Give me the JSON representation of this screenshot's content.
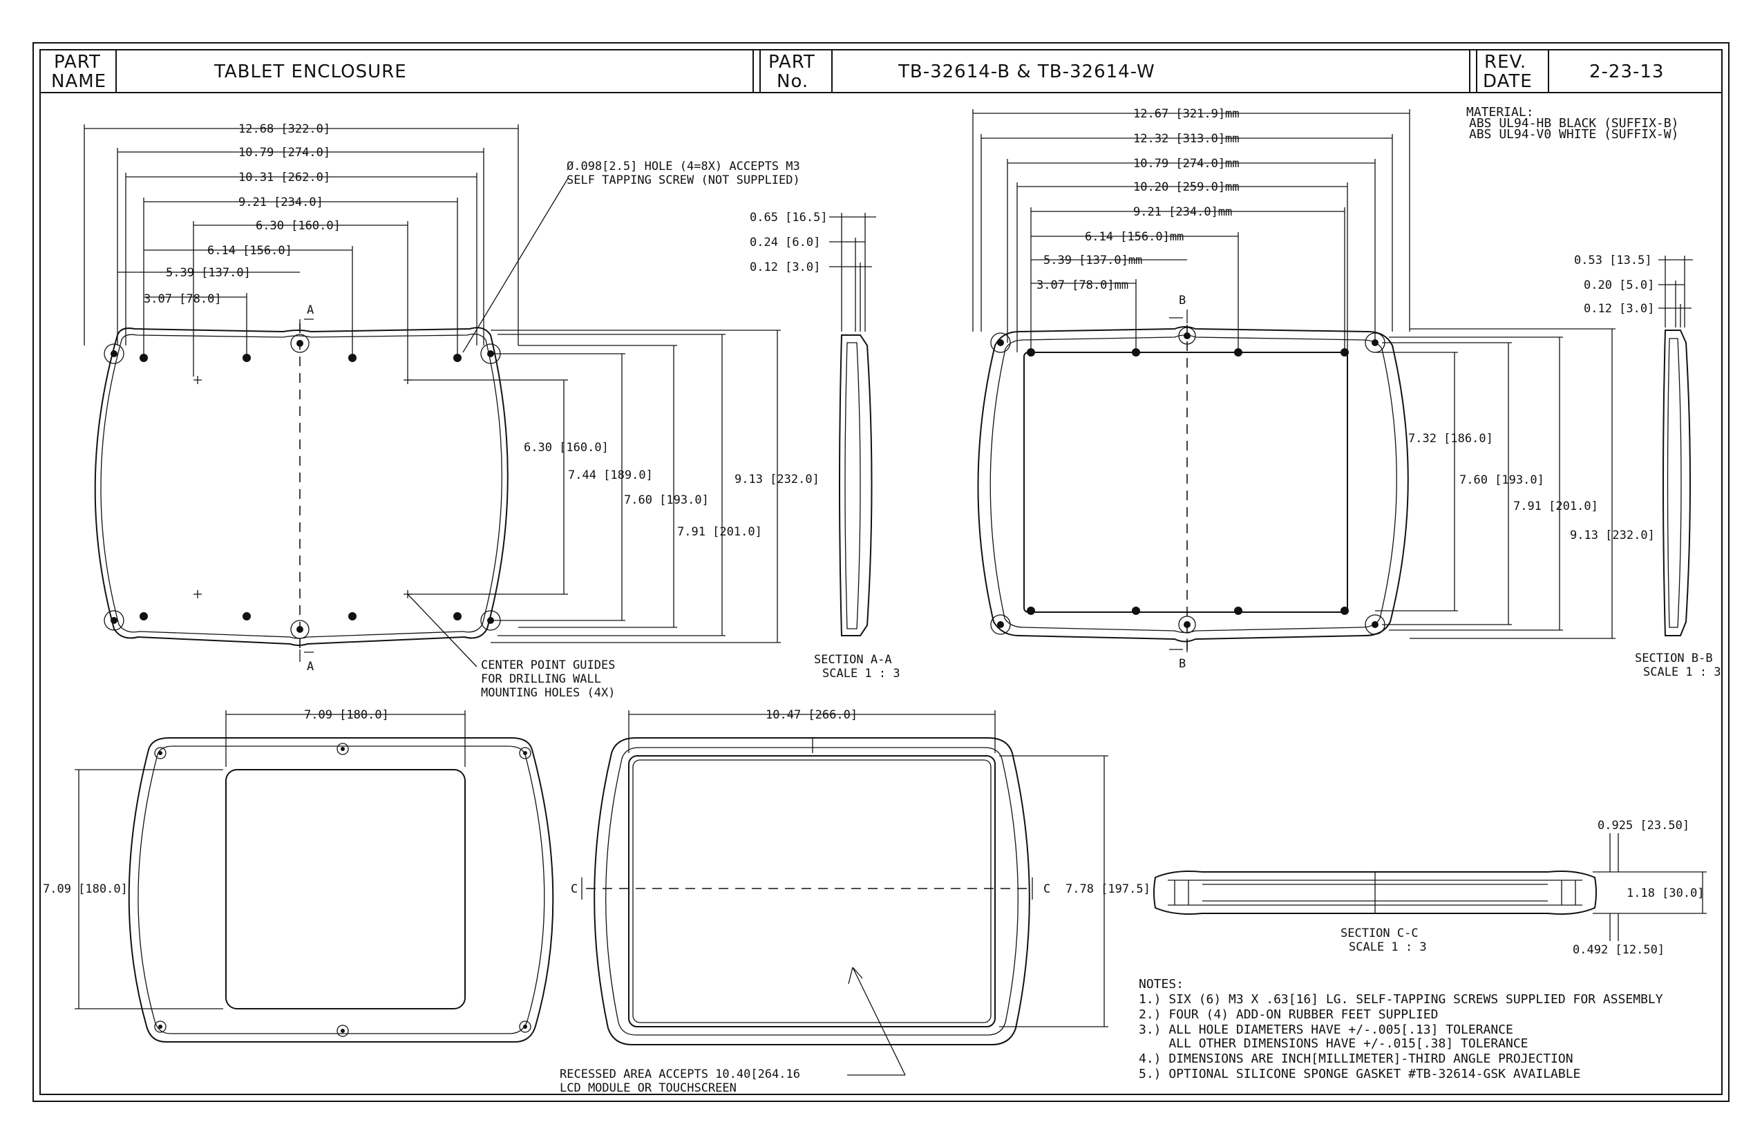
{
  "title_block": {
    "part_name_label_1": "PART",
    "part_name_label_2": "NAME",
    "part_name": "TABLET ENCLOSURE",
    "part_no_label_1": "PART",
    "part_no_label_2": "No.",
    "part_no": "TB-32614-B & TB-32614-W",
    "rev_label_1": "REV.",
    "rev_label_2": "DATE",
    "rev_date": "2-23-13"
  },
  "material": {
    "heading": "MATERIAL:",
    "line1": "ABS UL94-HB BLACK (SUFFIX-B)",
    "line2": "ABS UL94-V0 WHITE (SUFFIX-W)"
  },
  "view1": {
    "dims_h": [
      "12.68 [322.0]",
      "10.79 [274.0]",
      "10.31 [262.0]",
      "9.21 [234.0]",
      "6.30 [160.0]",
      "6.14 [156.0]",
      "5.39 [137.0]",
      "3.07 [78.0]"
    ],
    "dims_v": [
      "6.30 [160.0]",
      "7.44 [189.0]",
      "7.60 [193.0]",
      "7.91 [201.0]",
      "9.13 [232.0]"
    ],
    "hole_note_1": "Ø.098[2.5] HOLE (4=8X) ACCEPTS M3",
    "hole_note_2": "SELF TAPPING SCREW (NOT SUPPLIED)",
    "center_note_1": "CENTER POINT GUIDES",
    "center_note_2": "FOR DRILLING WALL",
    "center_note_3": "MOUNTING HOLES (4X)",
    "section_letter": "A"
  },
  "section_aa": {
    "dims": [
      "0.65 [16.5]",
      "0.24 [6.0]",
      "0.12 [3.0]"
    ],
    "label": "SECTION  A-A",
    "scale": "SCALE 1 : 3"
  },
  "view2": {
    "dims_h": [
      "12.67 [321.9]mm",
      "12.32 [313.0]mm",
      "10.79 [274.0]mm",
      "10.20 [259.0]mm",
      "9.21 [234.0]mm",
      "6.14 [156.0]mm",
      "5.39 [137.0]mm",
      "3.07 [78.0]mm"
    ],
    "dims_v": [
      "7.32 [186.0]",
      "7.60 [193.0]",
      "7.91 [201.0]",
      "9.13 [232.0]"
    ],
    "section_letter": "B"
  },
  "section_bb": {
    "dims": [
      "0.53 [13.5]",
      "0.20 [5.0]",
      "0.12 [3.0]"
    ],
    "label": "SECTION  B-B",
    "scale": "SCALE 1 : 3"
  },
  "view3": {
    "dim_w": "7.09 [180.0]",
    "dim_h": "7.09 [180.0]"
  },
  "view4": {
    "dim_w": "10.47 [266.0]",
    "dim_h": "7.78 [197.5]",
    "section_letter": "C",
    "recess_note_1": "RECESSED AREA ACCEPTS 10.40[264.16",
    "recess_note_2": "LCD MODULE OR TOUCHSCREEN"
  },
  "section_cc": {
    "dims": [
      "0.925 [23.50]",
      "1.18  [30.0]",
      "0.492 [12.50]"
    ],
    "label": "SECTION  C-C",
    "scale": "SCALE 1 : 3"
  },
  "notes": {
    "heading": "NOTES:",
    "lines": [
      "1.) SIX (6) M3 X .63[16] LG. SELF-TAPPING SCREWS SUPPLIED FOR ASSEMBLY",
      "2.) FOUR (4) ADD-ON RUBBER FEET SUPPLIED",
      "3.) ALL HOLE DIAMETERS HAVE +/-.005[.13] TOLERANCE",
      "    ALL OTHER DIMENSIONS HAVE +/-.015[.38] TOLERANCE",
      "4.) DIMENSIONS ARE INCH[MILLIMETER]-THIRD ANGLE PROJECTION",
      "5.) OPTIONAL SILICONE SPONGE GASKET #TB-32614-GSK AVAILABLE"
    ]
  }
}
